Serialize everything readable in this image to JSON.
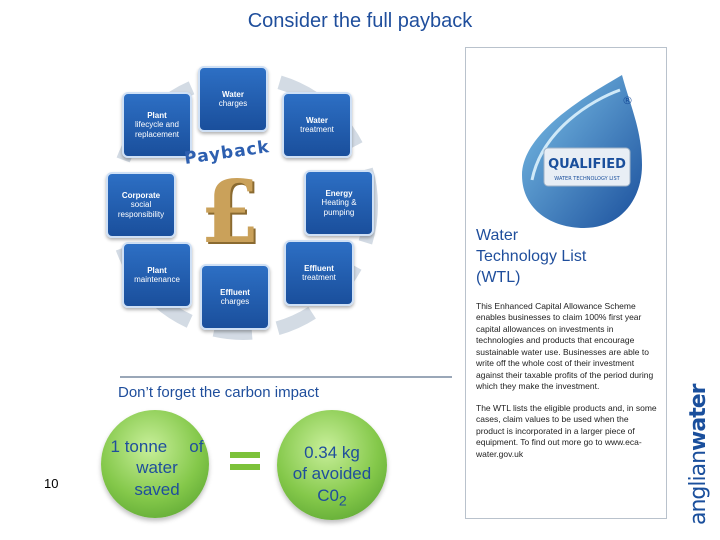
{
  "title": "Consider the full payback",
  "cycle": {
    "center_word": "Payback",
    "center_symbol": "£",
    "nodes": [
      {
        "label": "Water",
        "sub": "charges"
      },
      {
        "label": "Water",
        "sub": "treatment"
      },
      {
        "label": "Energy",
        "sub": "Heating & pumping"
      },
      {
        "label": "Effluent",
        "sub": "treatment"
      },
      {
        "label": "Effluent",
        "sub": "charges"
      },
      {
        "label": "Plant",
        "sub": "maintenance"
      },
      {
        "label": "Corporate",
        "sub": "social responsibility"
      },
      {
        "label": "Plant",
        "sub": "lifecycle and replacement"
      }
    ]
  },
  "carbon": {
    "heading": "Don’t forget the carbon impact",
    "left_text": "1 tonne",
    "left_of": "of",
    "left_text2": "water",
    "left_text3": "saved",
    "right_text": "0.34 kg",
    "right_text2": "of avoided",
    "right_text3": "C0",
    "right_sub": "2"
  },
  "page_number": "10",
  "wtl": {
    "badge_text": "QUALIFIED",
    "badge_sub": "WATER TECHNOLOGY LIST",
    "registered": "®",
    "title": "Water Technology List (WTL)",
    "para1": "This Enhanced Capital Allowance Scheme enables businesses to claim 100% first year capital allowances on investments in technologies and products that encourage sustainable water use. Businesses are able to write off the whole cost of their investment against their taxable profits of the period during which they make the investment.",
    "para2": "The WTL lists the eligible products and, in some cases, claim values to be used when the product is incorporated in a larger piece of equipment. To find out more go to www.eca-water.gov.uk"
  },
  "logo": {
    "part1": "anglian",
    "part2": "water"
  },
  "colors": {
    "blue": "#1f4e9c",
    "green": "#7cc23a"
  }
}
